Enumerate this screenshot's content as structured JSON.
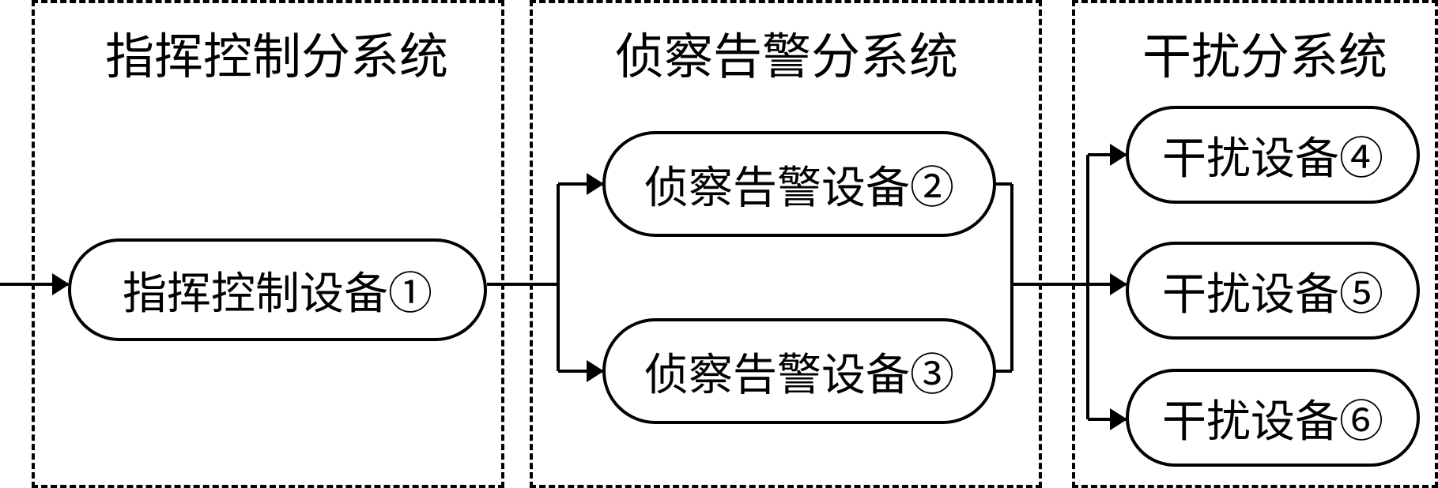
{
  "groups": {
    "command": {
      "title": "指挥控制分系统"
    },
    "recon": {
      "title": "侦察告警分系统"
    },
    "jamming": {
      "title": "干扰分系统"
    }
  },
  "nodes": {
    "n1": {
      "label": "指挥控制设备①"
    },
    "n2": {
      "label": "侦察告警设备②"
    },
    "n3": {
      "label": "侦察告警设备③"
    },
    "n4": {
      "label": "干扰设备④"
    },
    "n5": {
      "label": "干扰设备⑤"
    },
    "n6": {
      "label": "干扰设备⑥"
    }
  },
  "edges": [
    {
      "from": "input",
      "to": "n1"
    },
    {
      "from": "n1",
      "to": "n2"
    },
    {
      "from": "n1",
      "to": "n3"
    },
    {
      "from": "n2",
      "to": "n4"
    },
    {
      "from": "n2",
      "to": "n5"
    },
    {
      "from": "n2",
      "to": "n6"
    },
    {
      "from": "n3",
      "to": "n4"
    },
    {
      "from": "n3",
      "to": "n5"
    },
    {
      "from": "n3",
      "to": "n6"
    }
  ],
  "colors": {
    "line": "#000000",
    "background": "#ffffff"
  }
}
